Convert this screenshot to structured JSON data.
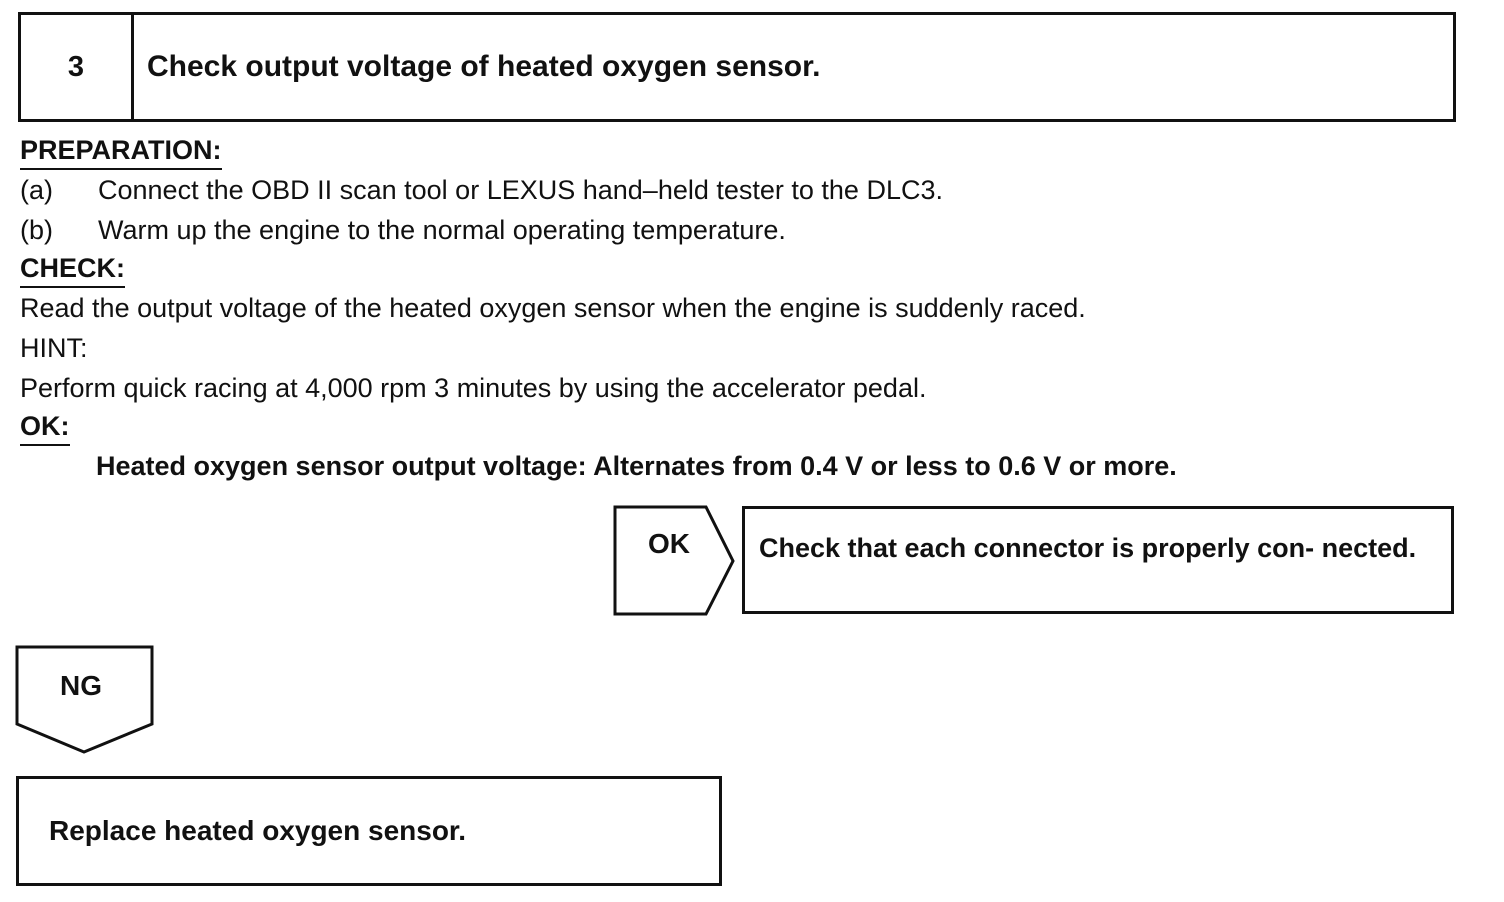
{
  "step": {
    "number": "3",
    "title": "Check output voltage of heated oxygen sensor."
  },
  "preparation": {
    "heading": "PREPARATION:",
    "items": [
      {
        "letter": "(a)",
        "text": "Connect the OBD II scan tool or LEXUS hand–held tester to the DLC3."
      },
      {
        "letter": "(b)",
        "text": "Warm up the engine to the normal operating temperature."
      }
    ]
  },
  "check": {
    "heading": "CHECK:",
    "text": "Read the output voltage of the heated oxygen sensor when the engine is suddenly raced."
  },
  "hint": {
    "label": "HINT:",
    "text": "Perform quick racing at 4,000 rpm 3 minutes by using the accelerator pedal."
  },
  "ok": {
    "heading": "OK:",
    "spec": "Heated oxygen sensor output voltage: Alternates from 0.4 V or less to 0.6 V or more."
  },
  "flow": {
    "ok_label": "OK",
    "ok_action": "Check that each connector is properly con- nected.",
    "ng_label": "NG",
    "ng_action": "Replace heated oxygen sensor."
  }
}
